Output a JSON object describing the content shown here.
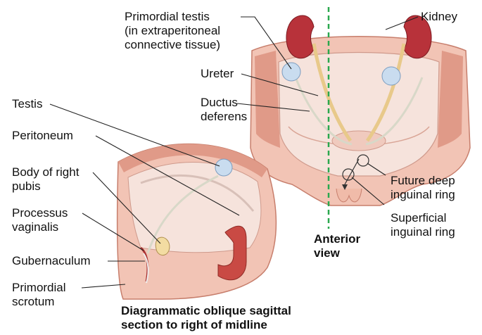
{
  "labels": {
    "primordial_testis": "Primordial testis\n(in extraperitoneal\nconnective tissue)",
    "kidney": "Kidney",
    "ureter": "Ureter",
    "ductus_deferens": "Ductus\ndeferens",
    "testis": "Testis",
    "peritoneum": "Peritoneum",
    "body_of_right_pubis": "Body of right\npubis",
    "processus_vaginalis": "Processus\nvaginalis",
    "gubernaculum": "Gubernaculum",
    "primordial_scrotum": "Primordial\nscrotum",
    "future_deep_inguinal_ring": "Future deep\ninguinal ring",
    "superficial_inguinal_ring": "Superficial\ninguinal ring",
    "anterior_view": "Anterior\nview",
    "caption": "Diagrammatic oblique sagittal\nsection to right of midline"
  },
  "colors": {
    "tissue": "#f2c4b5",
    "tissue_dark": "#e3a08c",
    "muscle": "#d97d6d",
    "cavity": "#f6e3dc",
    "kidney": "#b8323a",
    "testis": "#c9dcef",
    "ureter": "#e8c98a",
    "midline": "#2aa84e",
    "pubis": "#f3dca2"
  }
}
